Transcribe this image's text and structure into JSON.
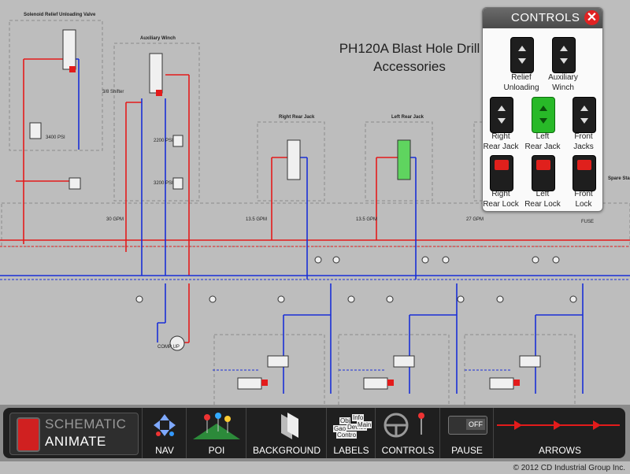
{
  "title": {
    "line1": "PH120A Blast Hole Drill",
    "line2": "Accessories"
  },
  "labels": {
    "solenoid": "Solenoid Relief Unloading Valve",
    "aux_winch": "Auxiliary Winch",
    "right_rear_jack": "Right Rear Jack",
    "left_rear_jack": "Left Rear Jack",
    "spare": "Spare Sta",
    "psi3400": "3400 PSI",
    "psi2200": "2200 PSI",
    "psi3200": "3200 PSI",
    "shift": "3/8 Shifter",
    "gpm30": "30 GPM",
    "gpm135a": "13.5 GPM",
    "gpm135b": "13.5 GPM",
    "gpm27": "27 GPM",
    "fuse": "FUSE",
    "comp": "COMP UP"
  },
  "controls": {
    "title": "CONTROLS",
    "close": "✕",
    "items": [
      {
        "label1": "Relief",
        "label2": "Unloading",
        "state": "neutral"
      },
      {
        "label1": "Auxiliary",
        "label2": "Winch",
        "state": "neutral"
      },
      {
        "label1": "Right",
        "label2": "Rear Jack",
        "state": "neutral"
      },
      {
        "label1": "Left",
        "label2": "Rear Jack",
        "state": "active"
      },
      {
        "label1": "Front",
        "label2": "Jacks",
        "state": "neutral"
      },
      {
        "label1": "Right",
        "label2": "Rear Lock",
        "state": "lock"
      },
      {
        "label1": "Left",
        "label2": "Rear Lock",
        "state": "lock"
      },
      {
        "label1": "Front",
        "label2": "Lock",
        "state": "lock"
      }
    ]
  },
  "toolbar": {
    "schematic": "SCHEMATIC",
    "animate": "ANIMATE",
    "nav": "NAV",
    "poi": "POI",
    "background": "BACKGROUND",
    "labels": "LABELS",
    "controls": "CONTROLS",
    "pause": "PAUSE",
    "arrows": "ARROWS",
    "off": "OFF",
    "labels_icon": [
      "Obj",
      "Info",
      "Gao",
      "Device",
      "Main",
      "Contro"
    ]
  },
  "copyright": "© 2012 CD Industrial Group Inc.",
  "colors": {
    "pressure": "#e31b1b",
    "return": "#1a2fd6",
    "active_valve": "#5fd45f"
  }
}
